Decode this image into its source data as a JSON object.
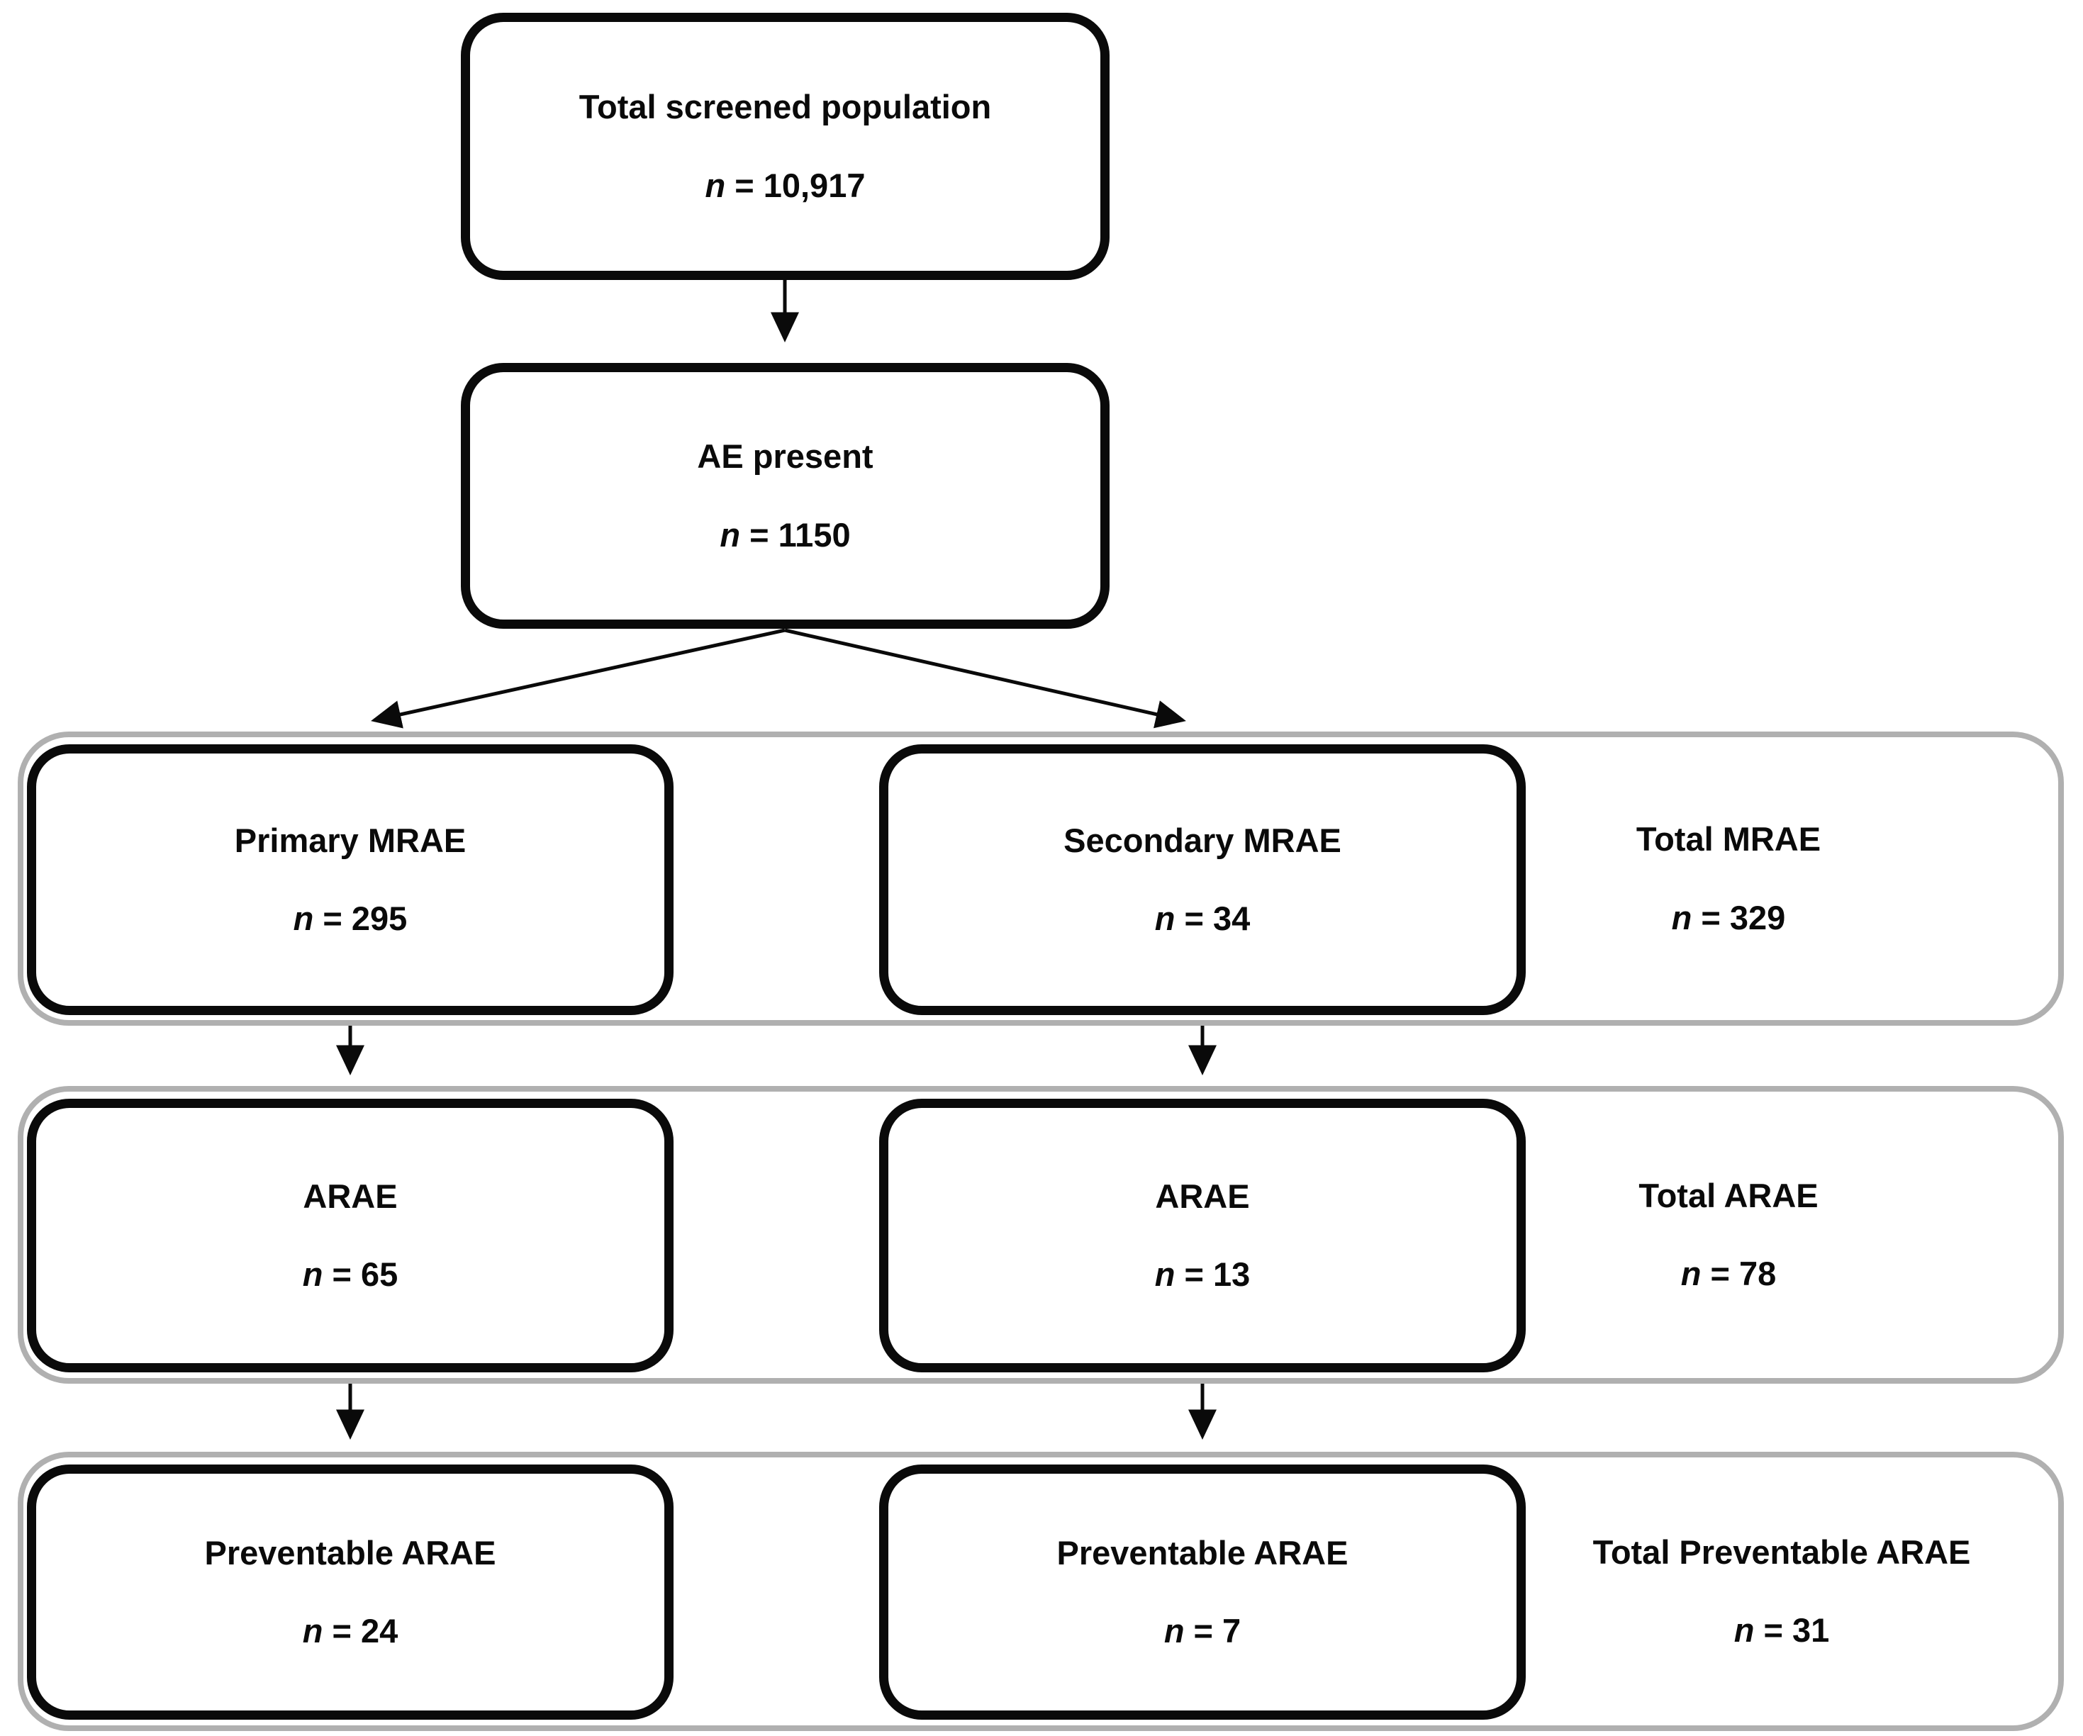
{
  "colors": {
    "box_border": "#0a0a0a",
    "band_border": "#b0b0b0",
    "text": "#0a0a0a",
    "bg": "#ffffff",
    "arrow": "#0a0a0a"
  },
  "nodes": {
    "total_screened": {
      "title": "Total screened population",
      "n_var": "n",
      "n_eq": "= 10,917"
    },
    "ae_present": {
      "title": "AE present",
      "n_var": "n",
      "n_eq": "= 1150"
    },
    "primary_mrae": {
      "title": "Primary MRAE",
      "n_var": "n",
      "n_eq": "= 295"
    },
    "secondary_mrae": {
      "title": "Secondary MRAE",
      "n_var": "n",
      "n_eq": "= 34"
    },
    "total_mrae": {
      "title": "Total MRAE",
      "n_var": "n",
      "n_eq": "= 329"
    },
    "arae_primary": {
      "title": "ARAE",
      "n_var": "n",
      "n_eq": "= 65"
    },
    "arae_secondary": {
      "title": "ARAE",
      "n_var": "n",
      "n_eq": "= 13"
    },
    "total_arae": {
      "title": "Total ARAE",
      "n_var": "n",
      "n_eq": "= 78"
    },
    "preventable_primary": {
      "title": "Preventable ARAE",
      "n_var": "n",
      "n_eq": "= 24"
    },
    "preventable_secondary": {
      "title": "Preventable ARAE",
      "n_var": "n",
      "n_eq": "= 7"
    },
    "total_preventable": {
      "title": "Total Preventable ARAE",
      "n_var": "n",
      "n_eq": "= 31"
    }
  }
}
